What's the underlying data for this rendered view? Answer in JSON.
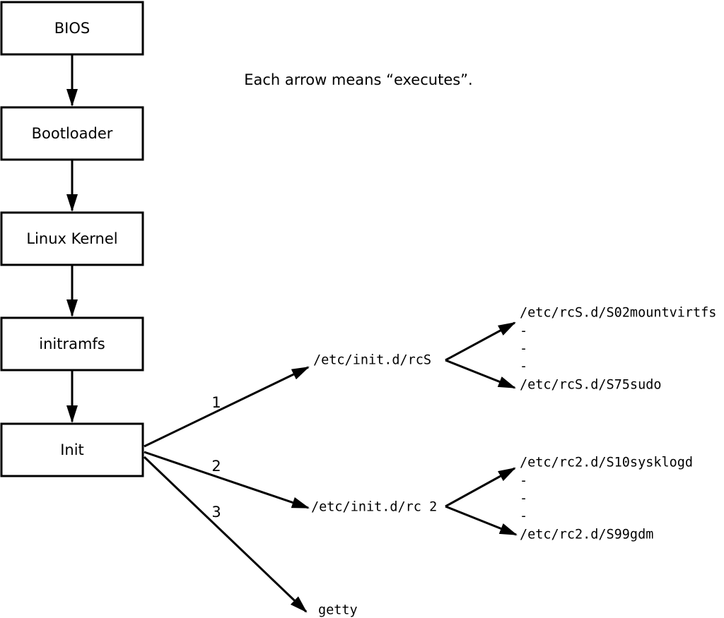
{
  "diagram": {
    "note": "Each arrow means “executes”.",
    "boxes": [
      {
        "label": "BIOS"
      },
      {
        "label": "Bootloader"
      },
      {
        "label": "Linux Kernel"
      },
      {
        "label": "initramfs"
      },
      {
        "label": "Init"
      }
    ],
    "edge_labels": [
      "1",
      "2",
      "3"
    ],
    "targets": {
      "rcS": "/etc/init.d/rcS",
      "rc2": "/etc/init.d/rc 2",
      "getty": "getty"
    },
    "rcS_scripts": {
      "first": "/etc/rcS.d/S02mountvirtfs",
      "dots": [
        "-",
        "-",
        "-"
      ],
      "last": "/etc/rcS.d/S75sudo"
    },
    "rc2_scripts": {
      "first": "/etc/rc2.d/S10sysklogd",
      "dots": [
        "-",
        "-",
        "-"
      ],
      "last": "/etc/rc2.d/S99gdm"
    },
    "colors": {
      "ink": "#000000",
      "background": "#ffffff"
    }
  }
}
